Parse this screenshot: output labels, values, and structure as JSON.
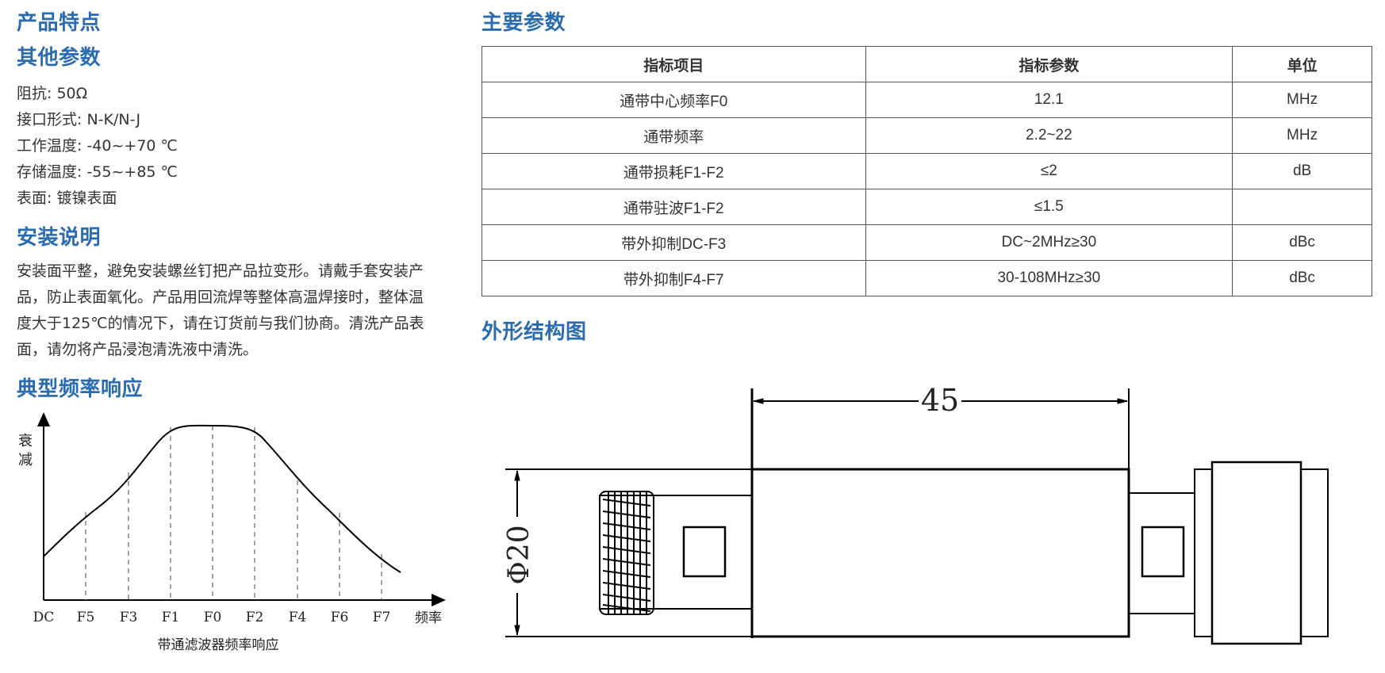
{
  "headings": {
    "features": "产品特点",
    "other_params": "其他参数",
    "install": "安装说明",
    "response": "典型频率响应",
    "main_params": "主要参数",
    "outline": "外形结构图"
  },
  "other_params": [
    "阻抗: 50Ω",
    "接口形式: N-K/N-J",
    "工作温度: -40~+70 ℃",
    "存储温度: -55~+85 ℃",
    "表面: 镀镍表面"
  ],
  "install_text": "安装面平整，避免安装螺丝钉把产品拉变形。请戴手套安装产品，防止表面氧化。产品用回流焊等整体高温焊接时，整体温度大于125℃的情况下，请在订货前与我们协商。清洗产品表面，请勿将产品浸泡清洗液中清洗。",
  "spec_table": {
    "headers": [
      "指标项目",
      "指标参数",
      "单位"
    ],
    "rows": [
      [
        "通带中心频率F0",
        "12.1",
        "MHz"
      ],
      [
        "通带频率",
        "2.2~22",
        "MHz"
      ],
      [
        "通带损耗F1-F2",
        "≤2",
        "dB"
      ],
      [
        "通带驻波F1-F2",
        "≤1.5",
        ""
      ],
      [
        "带外抑制DC-F3",
        "DC~2MHz≥30",
        "dBc"
      ],
      [
        "带外抑制F4-F7",
        "30-108MHz≥30",
        "dBc"
      ]
    ]
  },
  "response_chart": {
    "ylabel_1": "衰",
    "ylabel_2": "减",
    "xlabel": "频率",
    "caption": "带通滤波器频率响应",
    "ticks": [
      "DC",
      "F5",
      "F3",
      "F1",
      "F0",
      "F2",
      "F4",
      "F6",
      "F7"
    ]
  },
  "outline_drawing": {
    "length_label": "45",
    "diameter_label": "Φ20"
  }
}
